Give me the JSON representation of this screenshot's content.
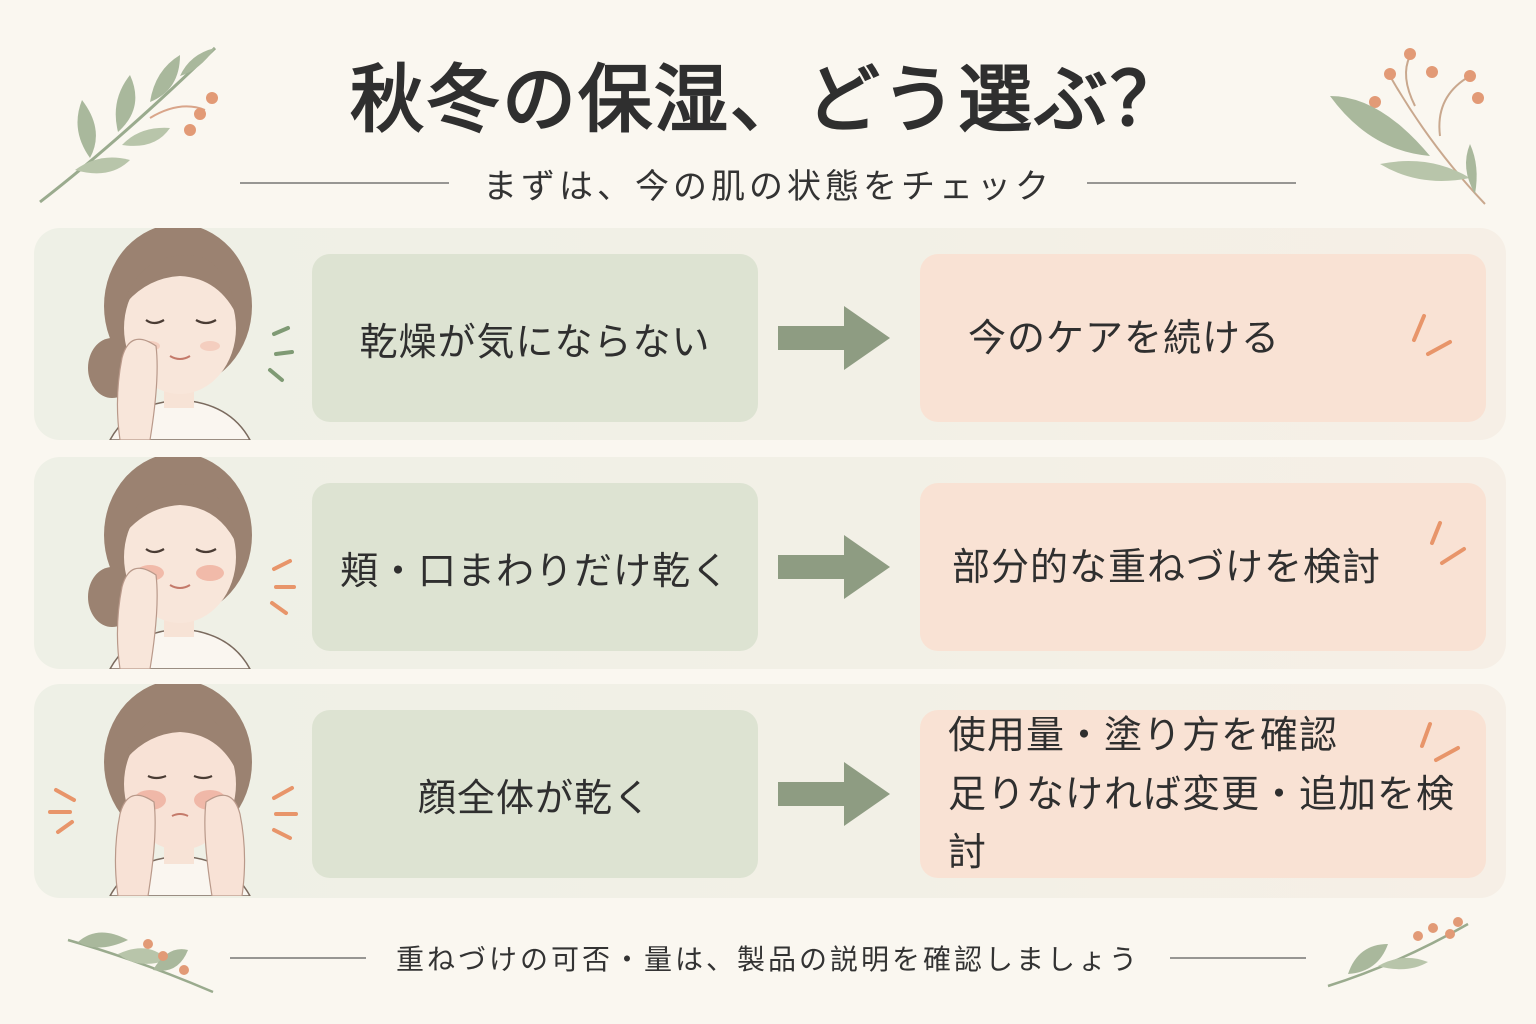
{
  "title": "秋冬の保湿、どう選ぶ？",
  "subtitle": "まずは、今の肌の状態をチェック",
  "rows": [
    {
      "condition": "乾燥が気にならない",
      "action_lines": [
        "今のケアを続ける"
      ]
    },
    {
      "condition": "頬・口まわりだけ乾く",
      "action_lines": [
        "部分的な重ねづけを検討"
      ]
    },
    {
      "condition": "顔全体が乾く",
      "action_lines": [
        "使用量・塗り方を確認",
        "足りなければ変更・追加を検討"
      ]
    }
  ],
  "footer": "重ねづけの可否・量は、製品の説明を確認しましょう",
  "colors": {
    "background": "#faf7f0",
    "condition_box": "#dde3d2",
    "action_box": "#f9e2d4",
    "arrow": "#8e9c82",
    "accent_orange": "#e8956a",
    "leaf_green": "#9aab8e"
  }
}
